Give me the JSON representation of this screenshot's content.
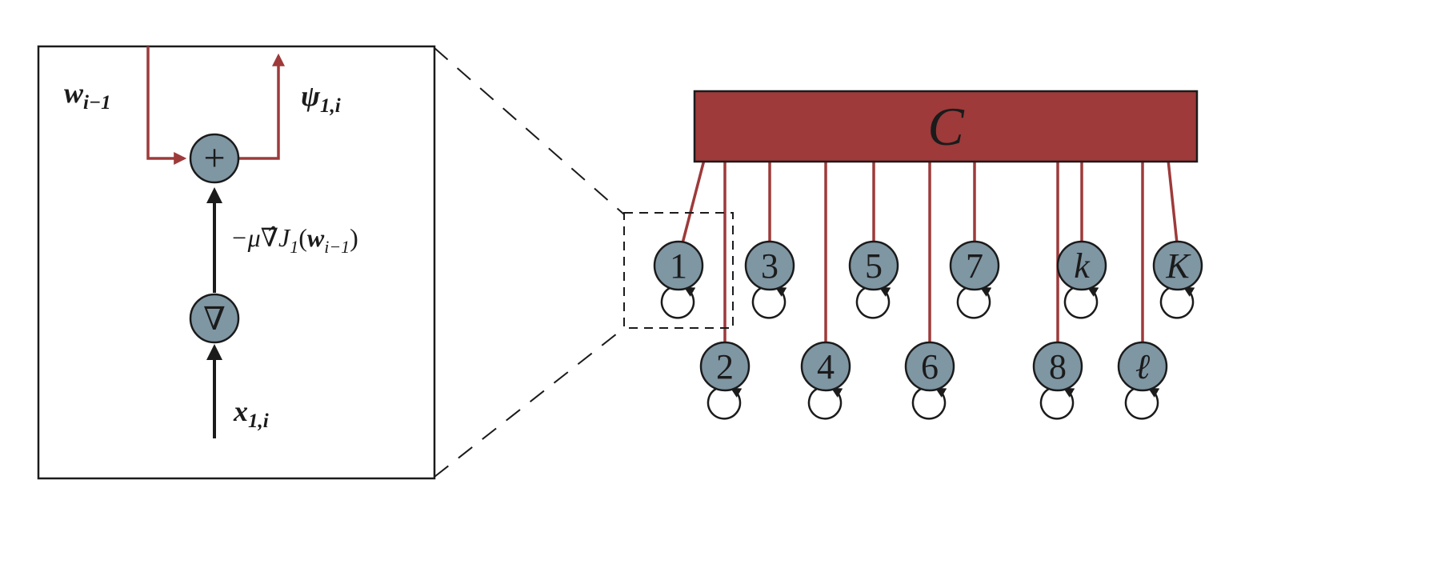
{
  "diagram": {
    "colors": {
      "accent": "#9e3a3a",
      "node_fill": "#7f96a3",
      "ink": "#1b1b1b",
      "background": "#ffffff"
    },
    "detail_box": {
      "w_label": {
        "base": "w",
        "sub": "i−1"
      },
      "psi_label": {
        "base": "ψ",
        "sub": "1,i"
      },
      "grad_label": {
        "pre": "−μ∇̂J",
        "pre_sub": "1",
        "open": "(",
        "w": "w",
        "w_sub": "i−1",
        "close": ")"
      },
      "x_label": {
        "base": "x",
        "sub": "1,i"
      },
      "sum_symbol": "+",
      "grad_symbol": "∇"
    },
    "fusion_center": {
      "label": "C"
    },
    "agents": [
      {
        "label": "1"
      },
      {
        "label": "2"
      },
      {
        "label": "3"
      },
      {
        "label": "4"
      },
      {
        "label": "5"
      },
      {
        "label": "6"
      },
      {
        "label": "7"
      },
      {
        "label": "8"
      },
      {
        "label": "k"
      },
      {
        "label": "ℓ"
      },
      {
        "label": "K"
      }
    ]
  }
}
